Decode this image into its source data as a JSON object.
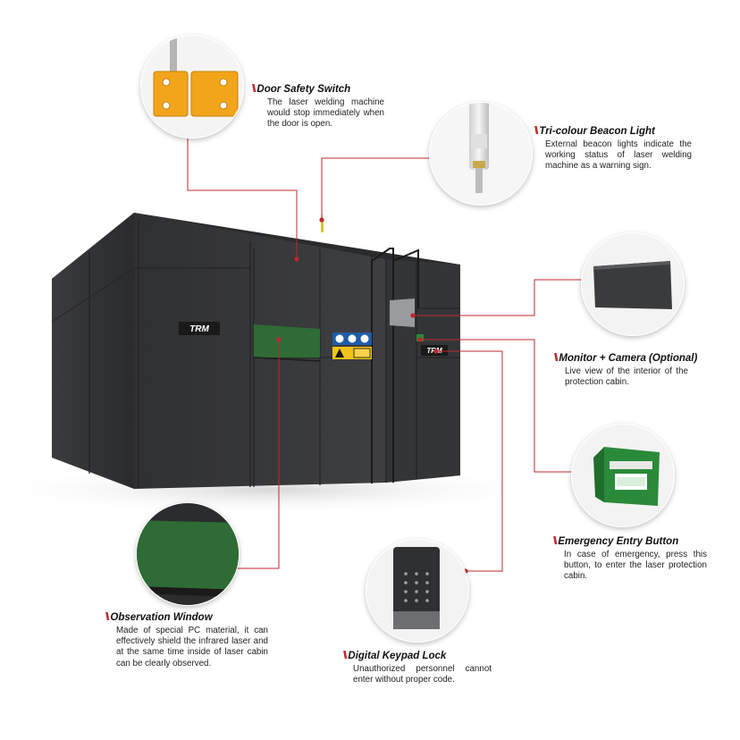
{
  "brand": {
    "logo_text": "TRM"
  },
  "colors": {
    "accent": "#c0272d",
    "cabin": "#3a3b3d",
    "window": "#2e6b35",
    "keypad": "#2f3031",
    "switch": "#f2a51a",
    "button": "#2a8a3a"
  },
  "callouts": {
    "door_switch": {
      "title": "Door Safety Switch",
      "desc": "The laser welding machine would stop immediately when the door is open."
    },
    "beacon": {
      "title": "Tri-colour Beacon Light",
      "desc": "External beacon lights indicate the working status of laser welding machine as a warning sign."
    },
    "monitor": {
      "title": "Monitor + Camera (Optional)",
      "desc": "Live view of the interior of the protection cabin."
    },
    "emergency": {
      "title": "Emergency Entry Button",
      "desc": "In case of emergency, press this button, to enter the laser protection cabin."
    },
    "window": {
      "title": "Observation Window",
      "desc": "Made of special PC material, it can effectively shield the infrared laser and at the same time inside of laser cabin can be clearly observed."
    },
    "keypad": {
      "title": "Digital Keypad Lock",
      "desc": "Unauthorized personnel cannot enter without proper code."
    }
  },
  "icons": [
    "double-slash-marker-icon",
    "laser-warning-sign-icon",
    "eye-protection-sign-icon"
  ]
}
